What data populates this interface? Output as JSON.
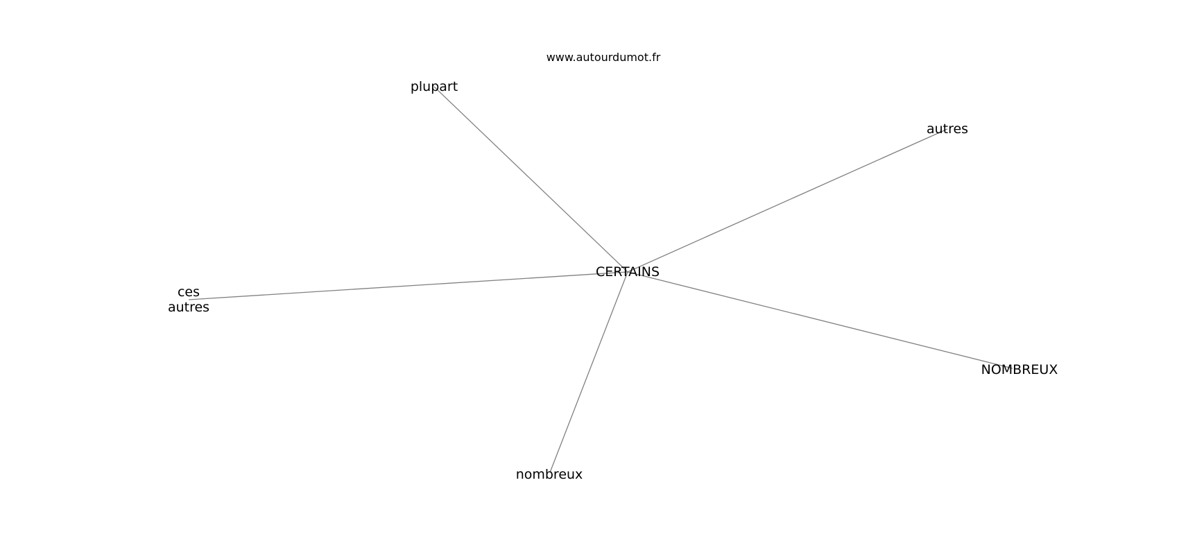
{
  "watermark": "www.autourdumot.fr",
  "graph": {
    "center": "CERTAINS",
    "nodes": [
      {
        "id": "certains",
        "label": "CERTAINS"
      },
      {
        "id": "plupart",
        "label": "plupart"
      },
      {
        "id": "autres",
        "label": "autres"
      },
      {
        "id": "ces-autres",
        "label": "ces\nautres"
      },
      {
        "id": "nombreux-upper",
        "label": "NOMBREUX"
      },
      {
        "id": "nombreux",
        "label": "nombreux"
      }
    ],
    "edges": [
      {
        "from": "certains",
        "to": "plupart"
      },
      {
        "from": "certains",
        "to": "autres"
      },
      {
        "from": "certains",
        "to": "ces-autres"
      },
      {
        "from": "certains",
        "to": "nombreux-upper"
      },
      {
        "from": "certains",
        "to": "nombreux"
      }
    ]
  },
  "colors": {
    "edge": "#808080",
    "text": "#000000",
    "background": "#ffffff"
  }
}
